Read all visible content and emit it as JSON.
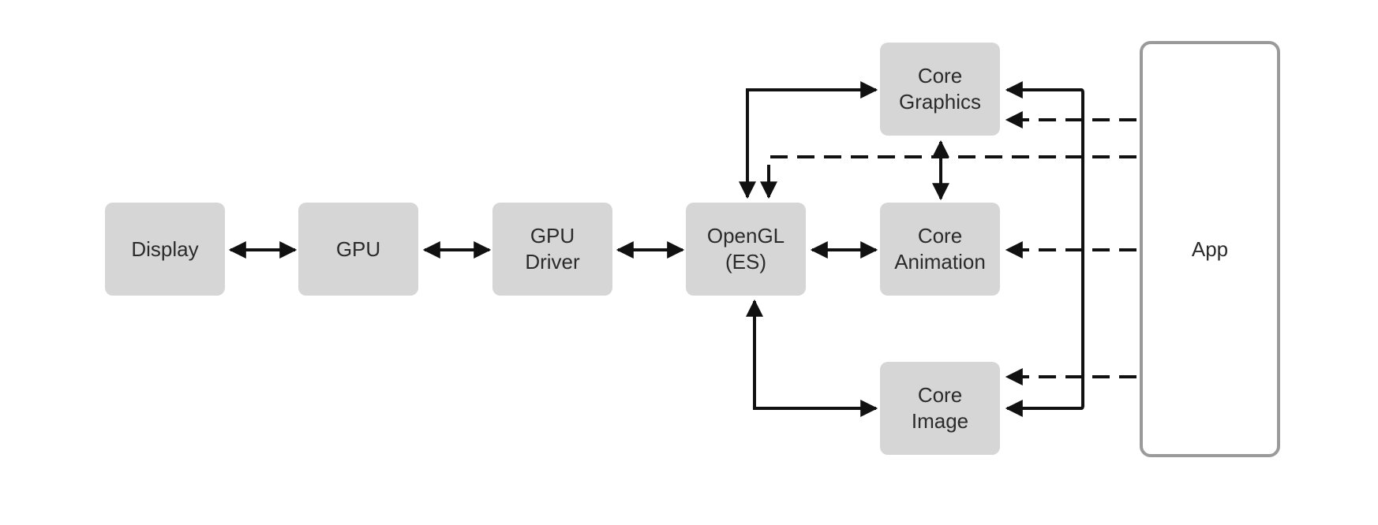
{
  "nodes": {
    "display": {
      "label": "Display"
    },
    "gpu": {
      "label": "GPU"
    },
    "gpu_driver": {
      "line1": "GPU",
      "line2": "Driver"
    },
    "opengl": {
      "line1": "OpenGL",
      "line2": "(ES)"
    },
    "core_graphics": {
      "line1": "Core",
      "line2": "Graphics"
    },
    "core_animation": {
      "line1": "Core",
      "line2": "Animation"
    },
    "core_image": {
      "line1": "Core",
      "line2": "Image"
    },
    "app": {
      "label": "App"
    }
  },
  "colors": {
    "node_fill": "#d6d6d6",
    "app_border": "#9a9a9a",
    "arrow": "#111111",
    "text": "#2b2b2b"
  }
}
